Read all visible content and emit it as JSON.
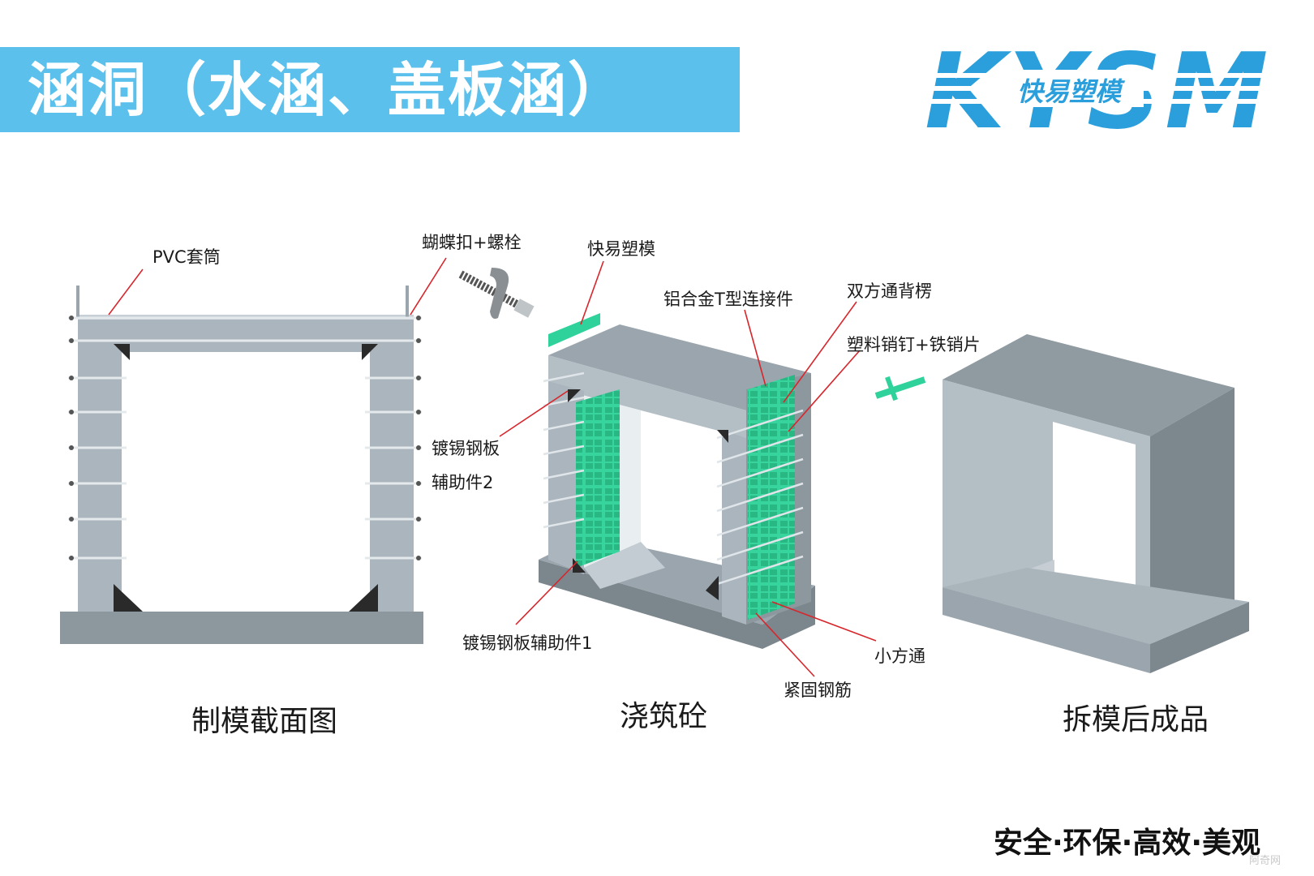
{
  "title": "涵洞（水涵、盖板涵）",
  "logo": {
    "letters": "KYSM",
    "cn": "快易塑模",
    "color": "#2b9fdc"
  },
  "labels": {
    "pvc_sleeve": "PVC套筒",
    "butterfly_bolt": "蝴蝶扣+螺栓",
    "kyxm_mold": "快易塑模",
    "al_t_connector": "铝合金T型连接件",
    "double_square_tube": "双方通背楞",
    "plastic_pin": "塑料销钉+铁销片",
    "tin_plate_aux2_line1": "镀锡钢板",
    "tin_plate_aux2_line2": "辅助件2",
    "tin_plate_aux1": "镀锡钢板辅助件1",
    "small_square_tube": "小方通",
    "fastening_rebar": "紧固钢筋"
  },
  "captions": {
    "section": "制模截面图",
    "pouring": "浇筑砼",
    "finished": "拆模后成品"
  },
  "slogan": "安全·环保·高效·美观",
  "watermark": "阿奇网",
  "colors": {
    "banner": "#5bc0ec",
    "leader": "#d7262c",
    "mold_green": "#2fd29a",
    "concrete": "#a9b5bd"
  }
}
